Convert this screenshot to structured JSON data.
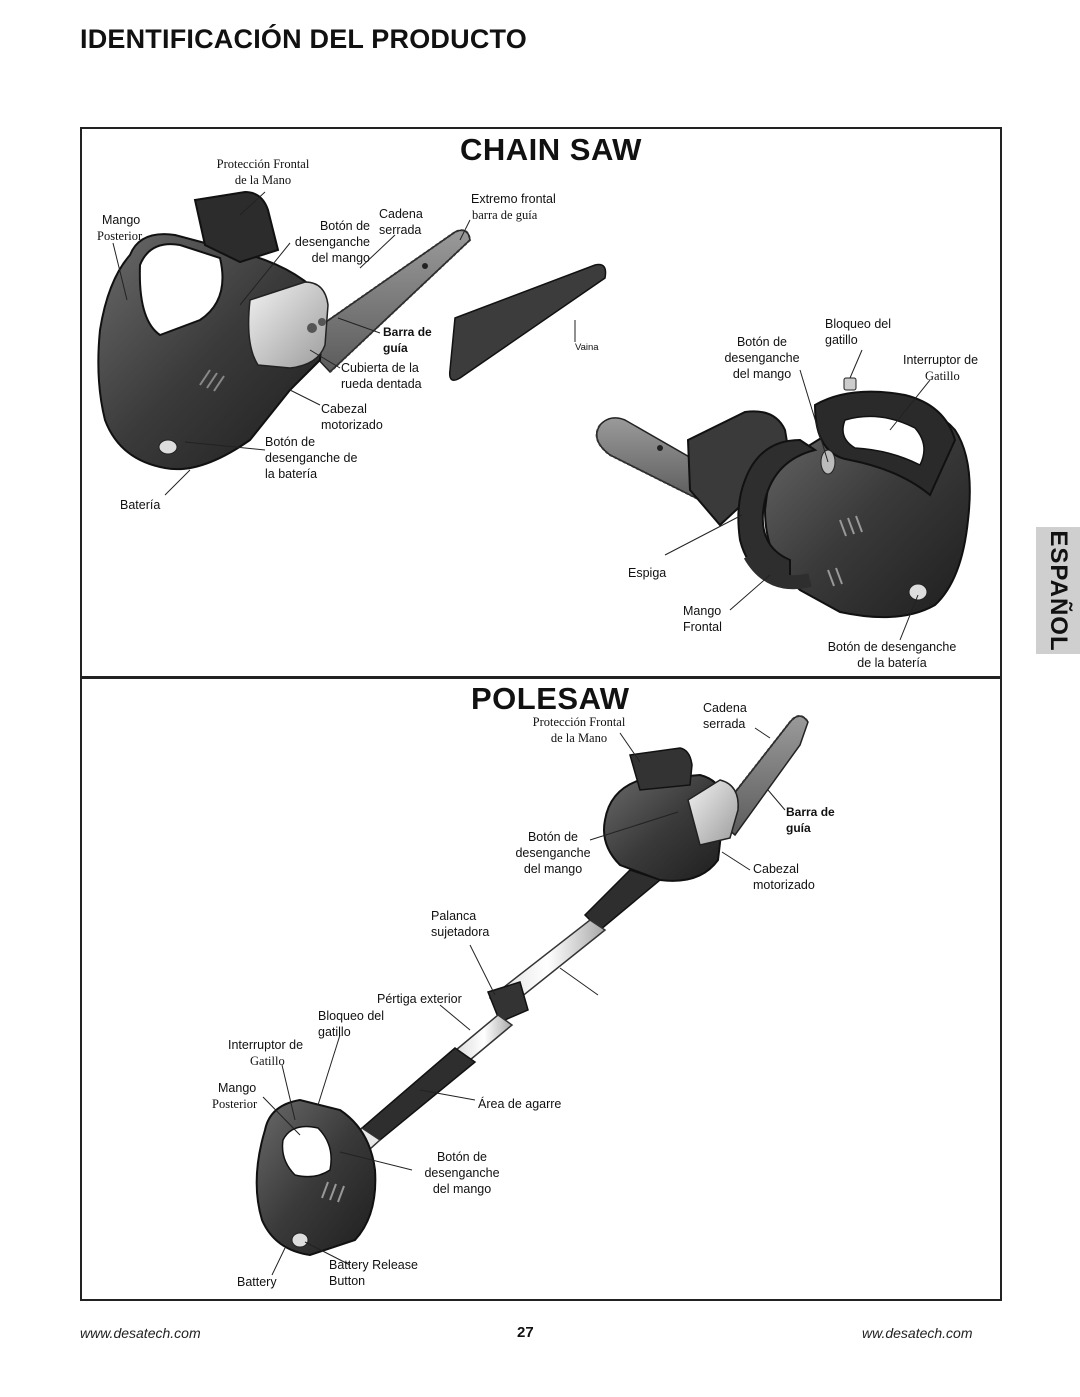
{
  "header": {
    "title": "IDENTIFICACIÓN DEL PRODUCTO"
  },
  "side_tab": {
    "label": "ESPAÑOL"
  },
  "chainsaw": {
    "title": "CHAIN SAW",
    "labels": {
      "front_guard": "Protección Frontal\nde la Mano",
      "rear_handle_1": "Mango",
      "rear_handle_2": "Posterior",
      "handle_release": "Botón de\ndesenganche\ndel mango",
      "chain": "Cadena\nserrada",
      "bar_tip_1": "Extremo frontal",
      "bar_tip_2": "barra de guía",
      "guide_bar": "Barra de\nguía",
      "sprocket_cover": "Cubierta de la\nrueda dentada",
      "scabbard": "Vaina",
      "motor_head": "Cabezal\nmotorizado",
      "battery_release": "Botón de\ndesenganche de\nla batería",
      "battery": "Batería",
      "handle_release_r": "Botón de\ndesenganche\ndel mango",
      "trigger_lock": "Bloqueo del\ngatillo",
      "trigger_switch_1": "Interruptor de",
      "trigger_switch_2": "Gatillo",
      "spike": "Espiga",
      "front_handle": "Mango\nFrontal",
      "battery_release_r": "Botón de desenganche\nde la batería"
    }
  },
  "polesaw": {
    "title": "POLESAW",
    "labels": {
      "chain": "Cadena\nserrada",
      "front_guard": "Protección Frontal\nde la Mano",
      "guide_bar": "Barra de\nguía",
      "handle_release": "Botón de\ndesenganche\ndel mango",
      "motor_head": "Cabezal\nmotorizado",
      "lever": "Palanca\nsujetadora",
      "outer_pole": "Pértiga exterior",
      "trigger_lock": "Bloqueo del\ngatillo",
      "trigger_switch_1": "Interruptor de",
      "trigger_switch_2": "Gatillo",
      "rear_handle_1": "Mango",
      "rear_handle_2": "Posterior",
      "grip_area": "Área de agarre",
      "handle_release_2": "Botón de\ndesenganche\ndel mango",
      "battery_release": "Battery Release\nButton",
      "battery": "Battery"
    }
  },
  "footer": {
    "left_url": "www.desatech.com",
    "page_number": "27",
    "right_url": "ww.desatech.com"
  }
}
